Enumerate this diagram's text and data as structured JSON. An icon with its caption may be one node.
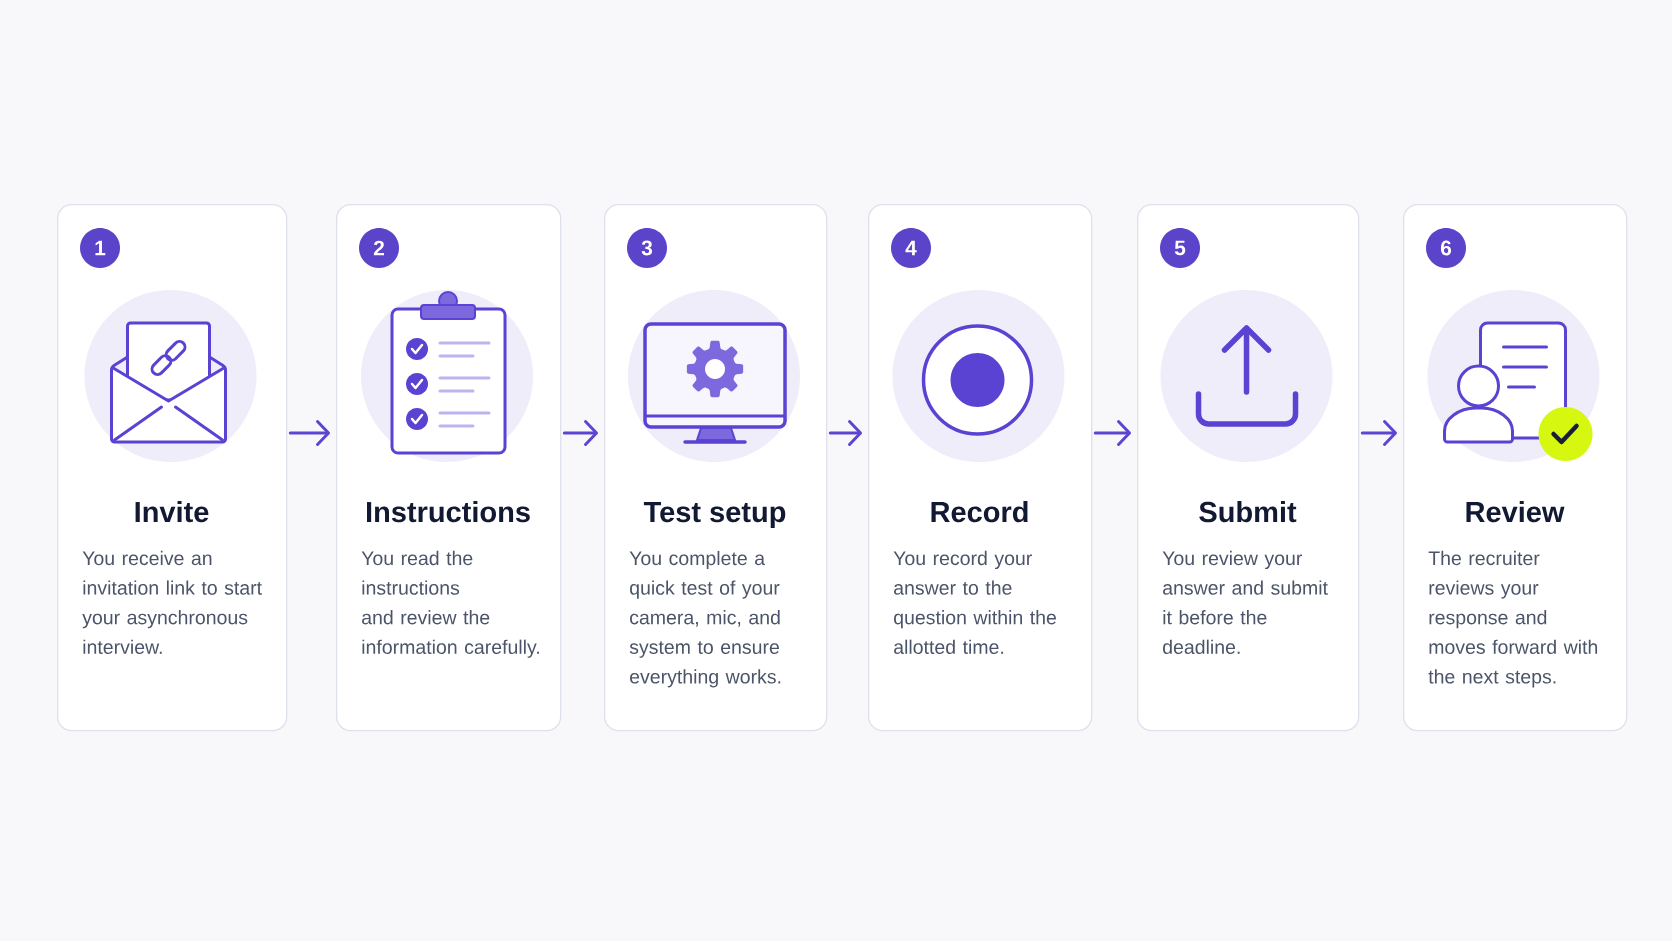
{
  "diagram": {
    "nodes": [
      {
        "text": [
          "Invite",
          "You receive an invitation link to start your asynchronous interview."
        ]
      },
      {
        "text": [
          "1"
        ],
        "in": 0
      },
      {
        "text": [
          "Instructions",
          "You read the instructions and review the information carefully."
        ]
      },
      {
        "text": [
          "2"
        ],
        "in": 2
      },
      {
        "text": [
          "Test setup",
          "You complete a quick test of your camera, mic, and system to ensure everything works."
        ]
      },
      {
        "text": [
          "3"
        ],
        "in": 4
      },
      {
        "text": [
          "Record",
          "You record your answer to the question within the allotted time."
        ]
      },
      {
        "text": [
          "4"
        ],
        "in": 6
      },
      {
        "text": [
          "Submit",
          "You review your answer and submit it before the deadline."
        ]
      },
      {
        "text": [
          "5"
        ],
        "in": 8
      },
      {
        "text": [
          "Review",
          "The recruiter reviews your response and moves forward with the next steps."
        ]
      },
      {
        "text": [
          "6"
        ],
        "in": 10
      }
    ],
    "edges": [
      {
        "from": 0,
        "to": 2,
        "arrow": "to"
      },
      {
        "from": 2,
        "to": 4,
        "arrow": "to"
      },
      {
        "from": 4,
        "to": 6,
        "arrow": "to"
      },
      {
        "from": 6,
        "to": 8,
        "arrow": "to"
      },
      {
        "from": 8,
        "to": 10,
        "arrow": "to"
      }
    ]
  }
}
